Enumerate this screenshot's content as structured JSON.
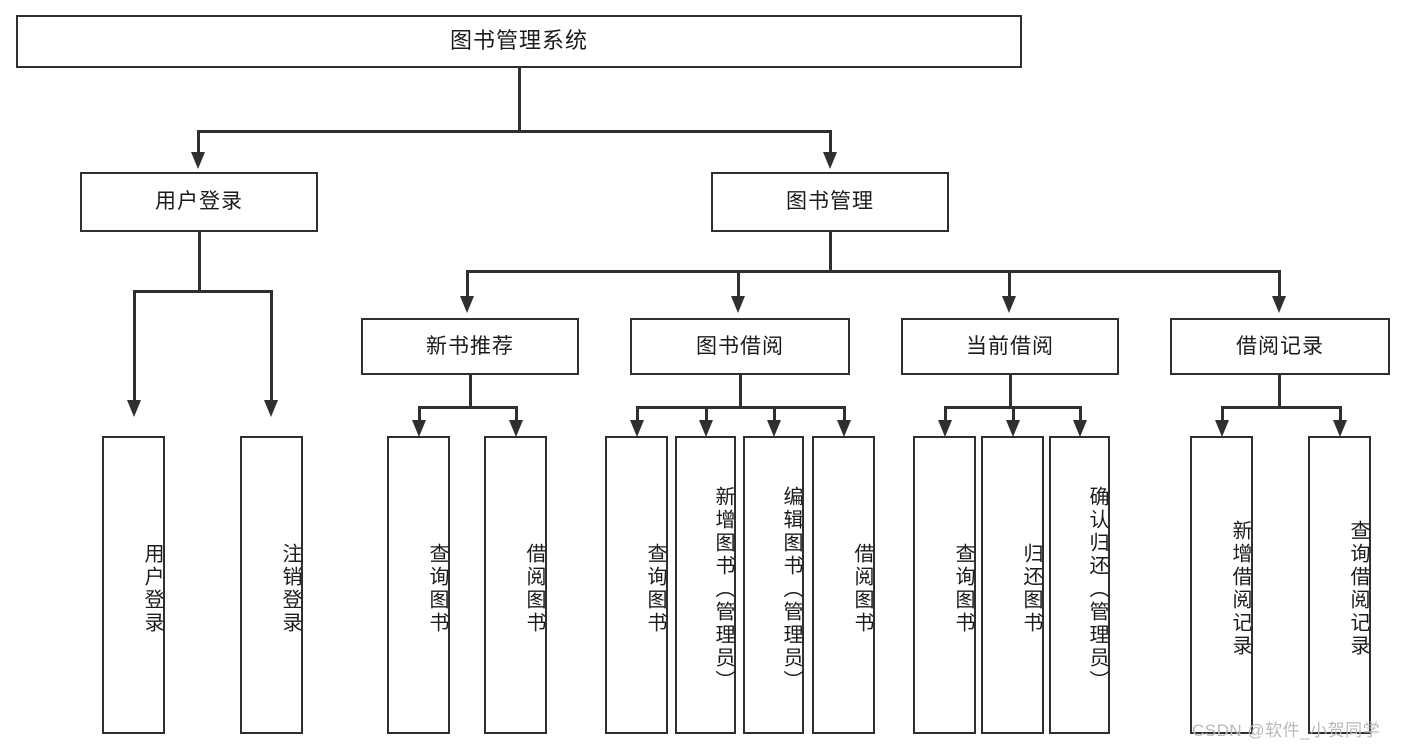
{
  "diagram": {
    "type": "tree-hierarchy",
    "title": "图书管理系统",
    "root": {
      "label": "图书管理系统"
    },
    "level2": [
      {
        "label": "用户登录"
      },
      {
        "label": "图书管理"
      }
    ],
    "level3": [
      {
        "label": "新书推荐"
      },
      {
        "label": "图书借阅"
      },
      {
        "label": "当前借阅"
      },
      {
        "label": "借阅记录"
      }
    ],
    "leaves": {
      "user_login": [
        {
          "label": "用户登录"
        },
        {
          "label": "注销登录"
        }
      ],
      "new_book_recommend": [
        {
          "label": "查询图书"
        },
        {
          "label": "借阅图书"
        }
      ],
      "book_borrow": [
        {
          "label": "查询图书"
        },
        {
          "label": "新增图书（管理员）"
        },
        {
          "label": "编辑图书（管理员）"
        },
        {
          "label": "借阅图书"
        }
      ],
      "current_borrow": [
        {
          "label": "查询图书"
        },
        {
          "label": "归还图书"
        },
        {
          "label": "确认归还（管理员）"
        }
      ],
      "borrow_record": [
        {
          "label": "新增借阅记录"
        },
        {
          "label": "查询借阅记录"
        }
      ]
    }
  },
  "watermark": {
    "text": "CSDN @软件_小贺同学"
  },
  "colors": {
    "stroke": "#2f2f2f",
    "background": "#ffffff",
    "text": "#1b1b1b",
    "watermark": "#b9b9b9"
  }
}
